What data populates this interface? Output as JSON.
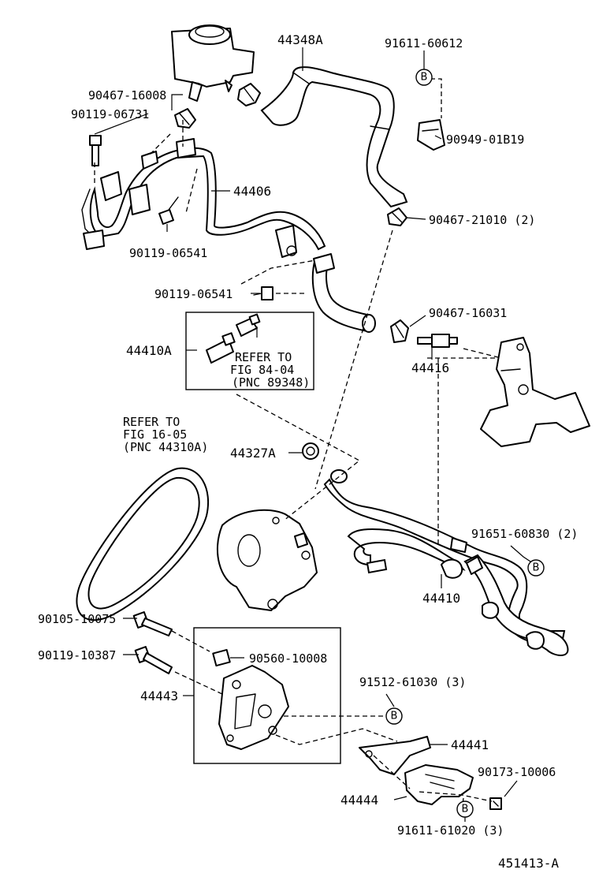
{
  "parts": [
    {
      "id": "p44348A",
      "label": "44348A"
    },
    {
      "id": "p91611_60612",
      "label": "91611-60612"
    },
    {
      "id": "p90467_16008",
      "label": "90467-16008"
    },
    {
      "id": "p90119_06731",
      "label": "90119-06731"
    },
    {
      "id": "p90949_01B19",
      "label": "90949-01B19"
    },
    {
      "id": "p44406",
      "label": "44406"
    },
    {
      "id": "p90467_21010",
      "label": "90467-21010 (2)"
    },
    {
      "id": "p90119_06541a",
      "label": "90119-06541"
    },
    {
      "id": "p90119_06541b",
      "label": "90119-06541"
    },
    {
      "id": "p90467_16031",
      "label": "90467-16031"
    },
    {
      "id": "p44410A",
      "label": "44410A"
    },
    {
      "id": "p44416",
      "label": "44416"
    },
    {
      "id": "p44327A",
      "label": "44327A"
    },
    {
      "id": "p91651_60830",
      "label": "91651-60830 (2)"
    },
    {
      "id": "p44410",
      "label": "44410"
    },
    {
      "id": "p90105_10075",
      "label": "90105-10075"
    },
    {
      "id": "p90119_10387",
      "label": "90119-10387"
    },
    {
      "id": "p90560_10008",
      "label": "90560-10008"
    },
    {
      "id": "p44443",
      "label": "44443"
    },
    {
      "id": "p91512_61030",
      "label": "91512-61030 (3)"
    },
    {
      "id": "p44441",
      "label": "44441"
    },
    {
      "id": "p90173_10006",
      "label": "90173-10006"
    },
    {
      "id": "p44444",
      "label": "44444"
    },
    {
      "id": "p91611_61020",
      "label": "91611-61020 (3)"
    }
  ],
  "refer_notes": {
    "inset": {
      "line1": "REFER TO",
      "line2": "FIG 84-04",
      "line3": "(PNC 89348)"
    },
    "belt": {
      "line1": "REFER TO",
      "line2": "FIG 16-05",
      "line3": "(PNC 44310A)"
    }
  },
  "marker_letter": "B",
  "figure_code": "451413-A"
}
